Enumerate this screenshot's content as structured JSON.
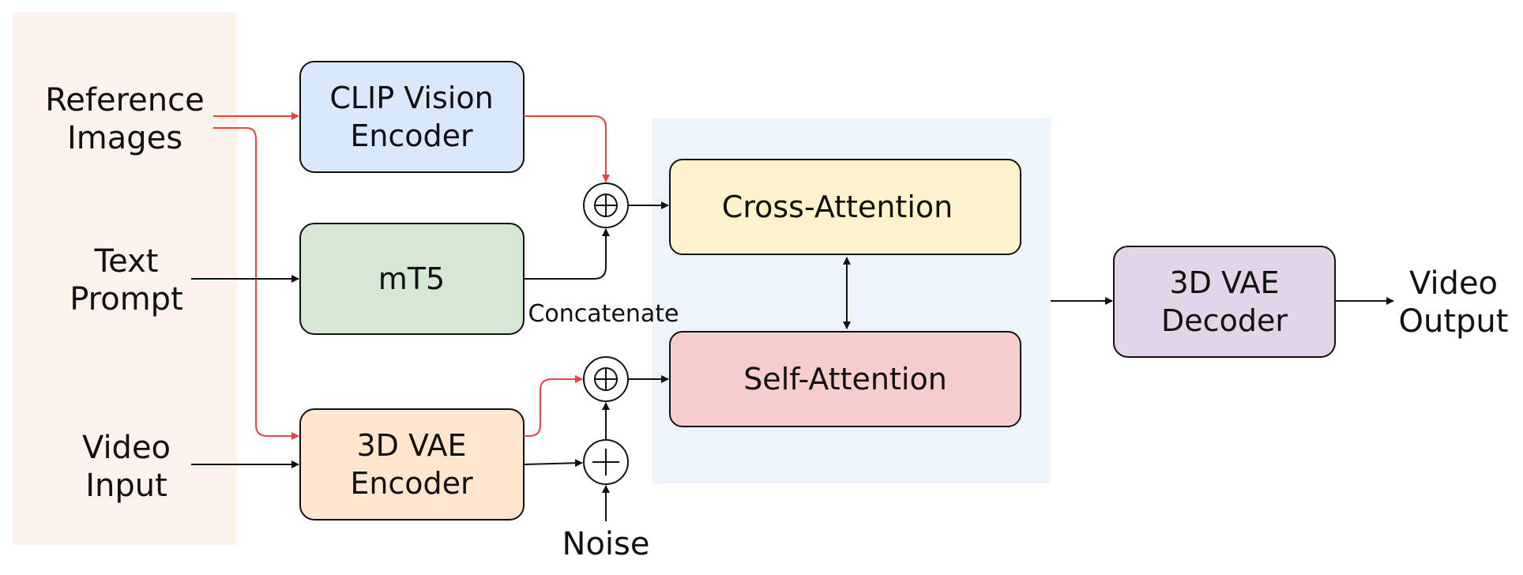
{
  "inputs": {
    "reference_images": [
      "Reference",
      "Images"
    ],
    "text_prompt": [
      "Text",
      "Prompt"
    ],
    "video_input": [
      "Video",
      "Input"
    ]
  },
  "nodes": {
    "clip_vision_encoder": [
      "CLIP Vision",
      "Encoder"
    ],
    "mt5": [
      "mT5"
    ],
    "vae_encoder": [
      "3D VAE",
      "Encoder"
    ],
    "cross_attention": [
      "Cross-Attention"
    ],
    "self_attention": [
      "Self-Attention"
    ],
    "vae_decoder": [
      "3D VAE",
      "Decoder"
    ]
  },
  "operators": {
    "plus_circle_top": "⊕",
    "plus_circle_mid": "⊕",
    "add_circle": "+"
  },
  "annotations": {
    "concatenate": "Concatenate",
    "noise": "Noise"
  },
  "output": [
    "Video",
    "Output"
  ],
  "colors": {
    "input_panel": "#fdf3ec",
    "transformer_panel": "#eef4fc",
    "clip_fill": "#dae8fc",
    "mt5_fill": "#d5e8d4",
    "vae_encoder_fill": "#ffe6cc",
    "cross_attention_fill": "#fff2cc",
    "self_attention_fill": "#f8cecc",
    "vae_decoder_fill": "#e1d5e7",
    "red_arrow": "#f04040",
    "black_arrow": "#111111"
  }
}
